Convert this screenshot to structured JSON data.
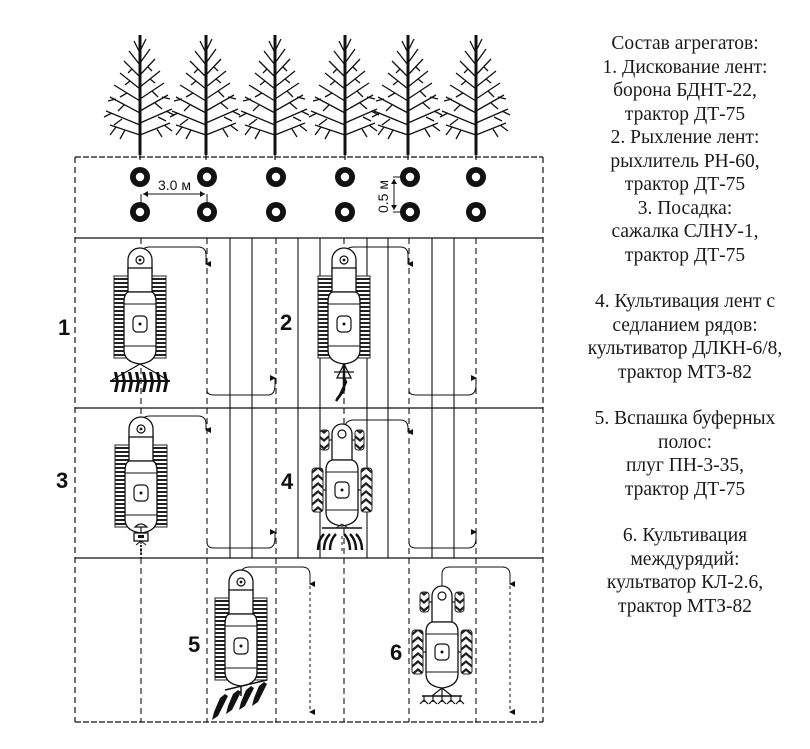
{
  "diagram": {
    "labels": {
      "spacing_between_rows": "3.0 м",
      "spacing_in_row": "0.5 м"
    },
    "units": [
      {
        "number": "1",
        "tractor": "crawler",
        "implement": "disc-harrow"
      },
      {
        "number": "2",
        "tractor": "crawler",
        "implement": "ripper"
      },
      {
        "number": "3",
        "tractor": "crawler",
        "implement": "planter"
      },
      {
        "number": "4",
        "tractor": "wheeled",
        "implement": "cultivator"
      },
      {
        "number": "5",
        "tractor": "crawler",
        "implement": "plow"
      },
      {
        "number": "6",
        "tractor": "wheeled",
        "implement": "row-cultivator"
      }
    ],
    "tree_count": 6,
    "seedling_columns": 6,
    "seedling_rows": 2
  },
  "legend": {
    "title": "Состав агрегатов:",
    "items": [
      {
        "lines": [
          "1. Дискование лент:",
          "борона БДНТ-22,",
          "трактор ДТ-75"
        ]
      },
      {
        "lines": [
          "2. Рыхление лент:",
          "рыхлитель РН-60,",
          "трактор ДТ-75"
        ]
      },
      {
        "lines": [
          "3. Посадка:",
          "сажалка СЛНУ-1,",
          "трактор ДТ-75"
        ]
      },
      {
        "lines": [
          "4. Культивация лент с",
          "седланием рядов:",
          "культиватор ДЛКН-6/8,",
          "трактор МТЗ-82"
        ]
      },
      {
        "lines": [
          "5. Вспашка буферных",
          "полос:",
          "плуг ПН-3-35,",
          "трактор ДТ-75"
        ]
      },
      {
        "lines": [
          "6. Культивация",
          "междурядий:",
          "культватор КЛ-2.6,",
          "трактор МТЗ-82"
        ]
      }
    ]
  }
}
